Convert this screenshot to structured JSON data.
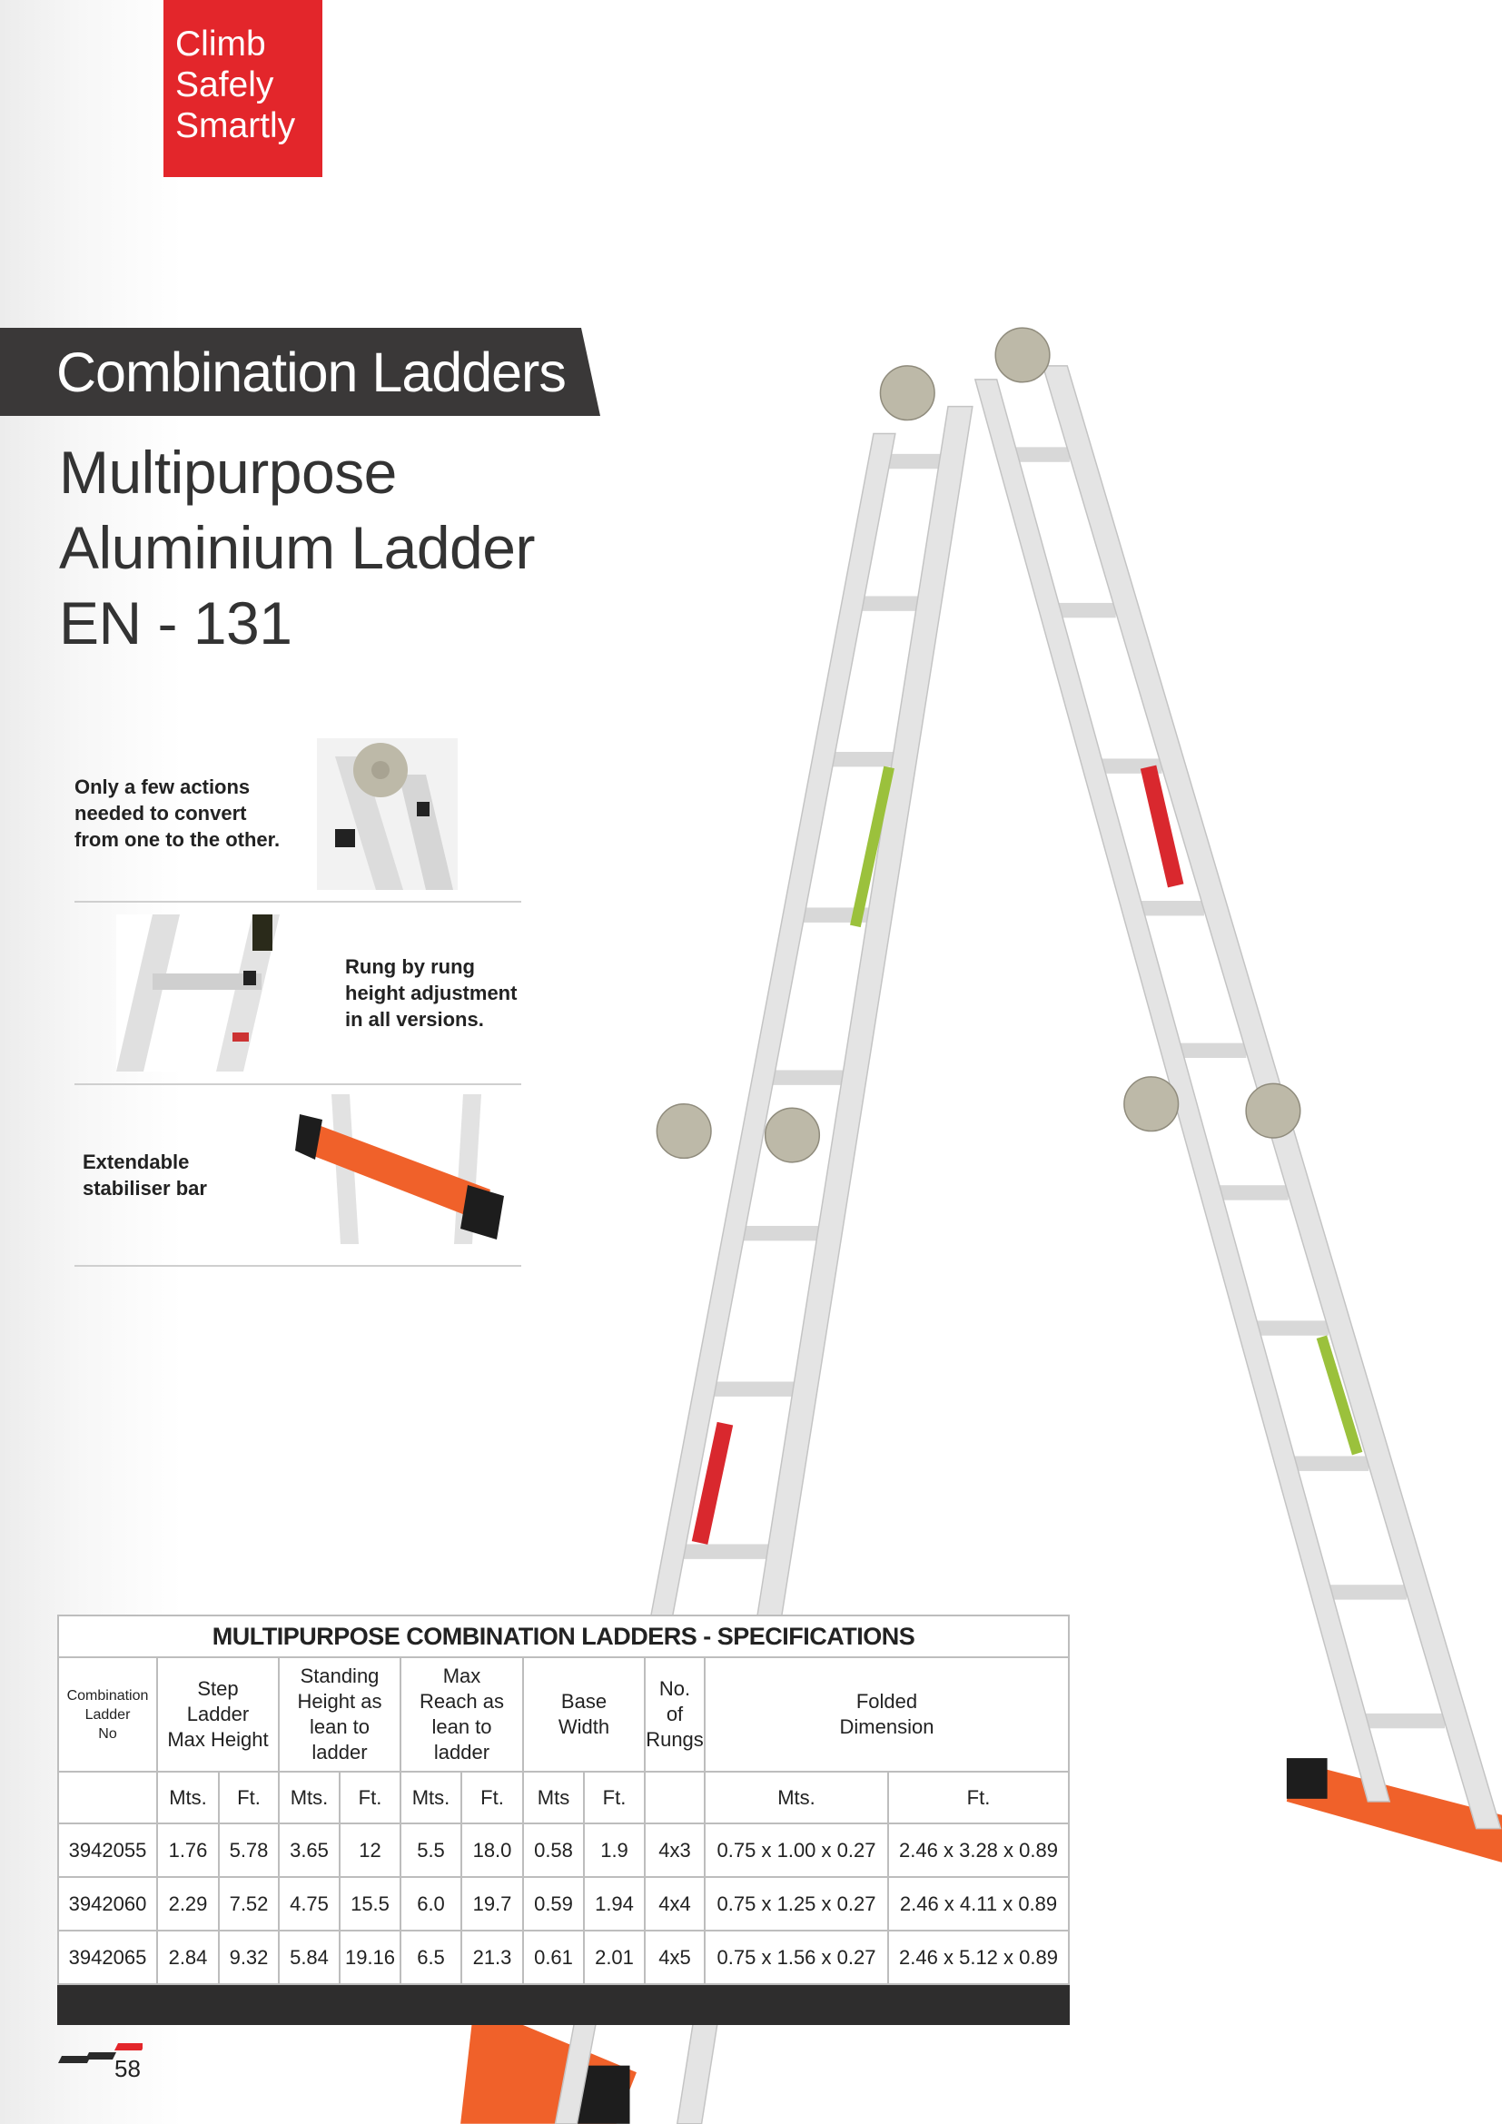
{
  "brand": {
    "tagline_lines": [
      "Climb",
      "Safely",
      "Smartly"
    ],
    "color": "#e3262b"
  },
  "banner": {
    "title": "Combination Ladders",
    "color": "#3a3838"
  },
  "product": {
    "title_lines": [
      "Multipurpose",
      "Aluminium Ladder",
      "EN - 131"
    ]
  },
  "features": [
    {
      "text_lines": [
        "Only a few actions",
        "needed to convert",
        "from one to the other."
      ],
      "image": "hinge-joint-photo"
    },
    {
      "text_lines": [
        "Rung by rung",
        "height adjustment",
        "in all versions."
      ],
      "image": "rung-photo"
    },
    {
      "text_lines": [
        "Extendable",
        "stabiliser bar"
      ],
      "image": "stabiliser-bar-photo"
    }
  ],
  "table": {
    "title": "MULTIPURPOSE COMBINATION LADDERS - SPECIFICATIONS",
    "headers": {
      "ladder_no": [
        "Combination",
        "Ladder",
        "No"
      ],
      "step_height": [
        "Step",
        "Ladder",
        "Max Height"
      ],
      "standing_height": [
        "Standing",
        "Height as",
        "lean to",
        "ladder"
      ],
      "max_reach": [
        "Max",
        "Reach as",
        "lean to",
        "ladder"
      ],
      "base_width": [
        "Base",
        "Width"
      ],
      "rungs": [
        "No.",
        "of",
        "Rungs"
      ],
      "folded": [
        "Folded",
        "Dimension"
      ]
    },
    "units": [
      "",
      "Mts.",
      "Ft.",
      "Mts.",
      "Ft.",
      "Mts.",
      "Ft.",
      "Mts",
      "Ft.",
      "",
      "Mts.",
      "Ft."
    ],
    "rows": [
      [
        "3942055",
        "1.76",
        "5.78",
        "3.65",
        "12",
        "5.5",
        "18.0",
        "0.58",
        "1.9",
        "4x3",
        "0.75 x 1.00 x 0.27",
        "2.46 x 3.28 x 0.89"
      ],
      [
        "3942060",
        "2.29",
        "7.52",
        "4.75",
        "15.5",
        "6.0",
        "19.7",
        "0.59",
        "1.94",
        "4x4",
        "0.75 x 1.25 x 0.27",
        "2.46 x 4.11 x 0.89"
      ],
      [
        "3942065",
        "2.84",
        "9.32",
        "5.84",
        "19.16",
        "6.5",
        "21.3",
        "0.61",
        "2.01",
        "4x5",
        "0.75 x 1.56 x 0.27",
        "2.46 x 5.12 x 0.89"
      ]
    ]
  },
  "footer": {
    "page_number": "58"
  }
}
